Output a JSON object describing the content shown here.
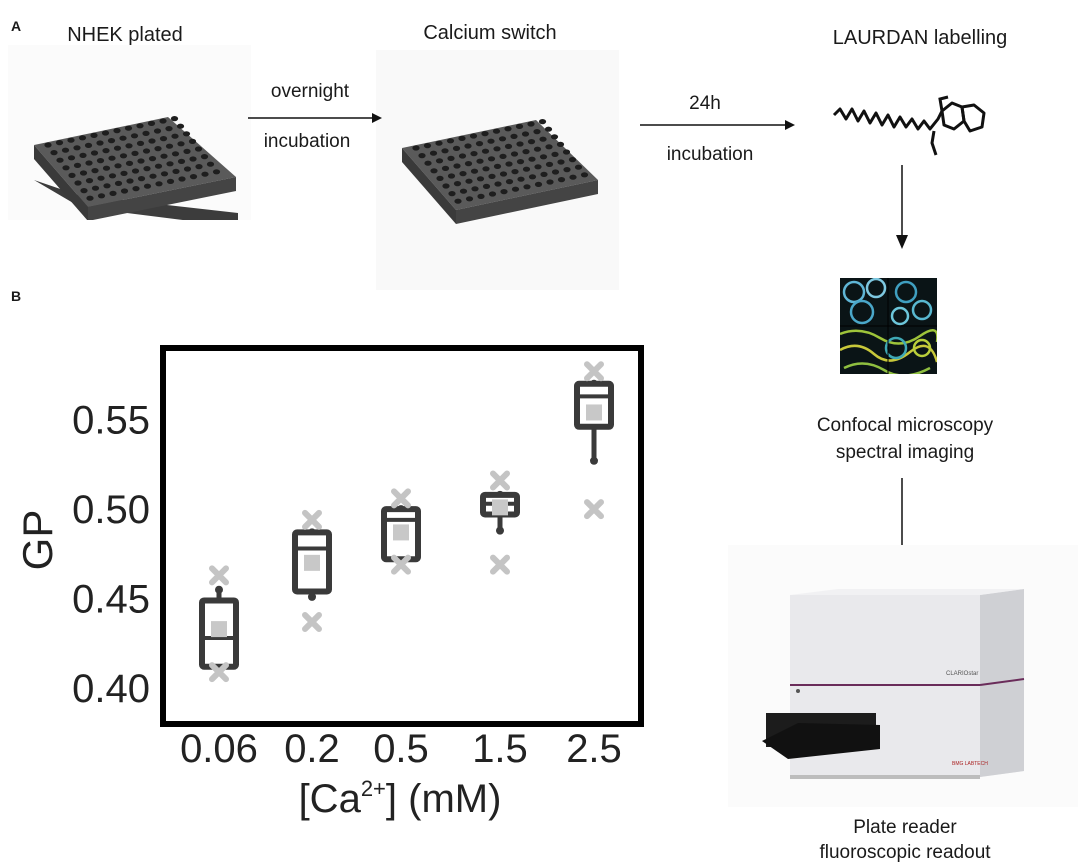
{
  "panels": {
    "a": "A",
    "b": "B"
  },
  "workflow": {
    "step1_label": "NHEK plated",
    "step2_label": "Calcium switch",
    "step3_label": "LAURDAN labelling",
    "arrow1_line1": "overnight",
    "arrow1_line2": "incubation",
    "arrow2_line1": "24h",
    "arrow2_line2": "incubation",
    "microscopy_line1": "Confocal microscopy",
    "microscopy_line2": "spectral imaging",
    "platereader_line1": "Plate reader",
    "platereader_line2": "fluoroscopic readout",
    "instrument_brand": "CLARIOstar",
    "instrument_maker": "BMG LABTECH"
  },
  "chart_data": {
    "type": "box",
    "xlabel_base": "[Ca",
    "xlabel_sup": "2+",
    "xlabel_end": "] (mM)",
    "ylabel": "GP",
    "categories": [
      "0.06",
      "0.2",
      "0.5",
      "1.5",
      "2.5"
    ],
    "yticks": [
      "0.40",
      "0.45",
      "0.50",
      "0.55"
    ],
    "ylim": [
      0.38,
      0.59
    ],
    "grid": false,
    "legend": "none",
    "colors": {
      "box": "#3a3a3a",
      "mean": "#c8c8c8",
      "outlier": "#c4c4c4"
    },
    "boxes": [
      {
        "category": "0.06",
        "whisker_low": 0.412,
        "q1": 0.412,
        "median": 0.428,
        "q3": 0.449,
        "whisker_high": 0.455,
        "mean": 0.433,
        "extremes": [
          0.463,
          0.409
        ]
      },
      {
        "category": "0.2",
        "whisker_low": 0.451,
        "q1": 0.454,
        "median": 0.478,
        "q3": 0.487,
        "whisker_high": 0.487,
        "mean": 0.47,
        "extremes": [
          0.494,
          0.437
        ]
      },
      {
        "category": "0.5",
        "whisker_low": 0.472,
        "q1": 0.472,
        "median": 0.494,
        "q3": 0.5,
        "whisker_high": 0.5,
        "mean": 0.487,
        "extremes": [
          0.506,
          0.469
        ]
      },
      {
        "category": "1.5",
        "whisker_low": 0.488,
        "q1": 0.497,
        "median": 0.503,
        "q3": 0.508,
        "whisker_high": 0.508,
        "mean": 0.501,
        "extremes": [
          0.516,
          0.469
        ]
      },
      {
        "category": "2.5",
        "whisker_low": 0.527,
        "q1": 0.546,
        "median": 0.563,
        "q3": 0.57,
        "whisker_high": 0.57,
        "mean": 0.554,
        "extremes": [
          0.577,
          0.5
        ]
      }
    ]
  }
}
